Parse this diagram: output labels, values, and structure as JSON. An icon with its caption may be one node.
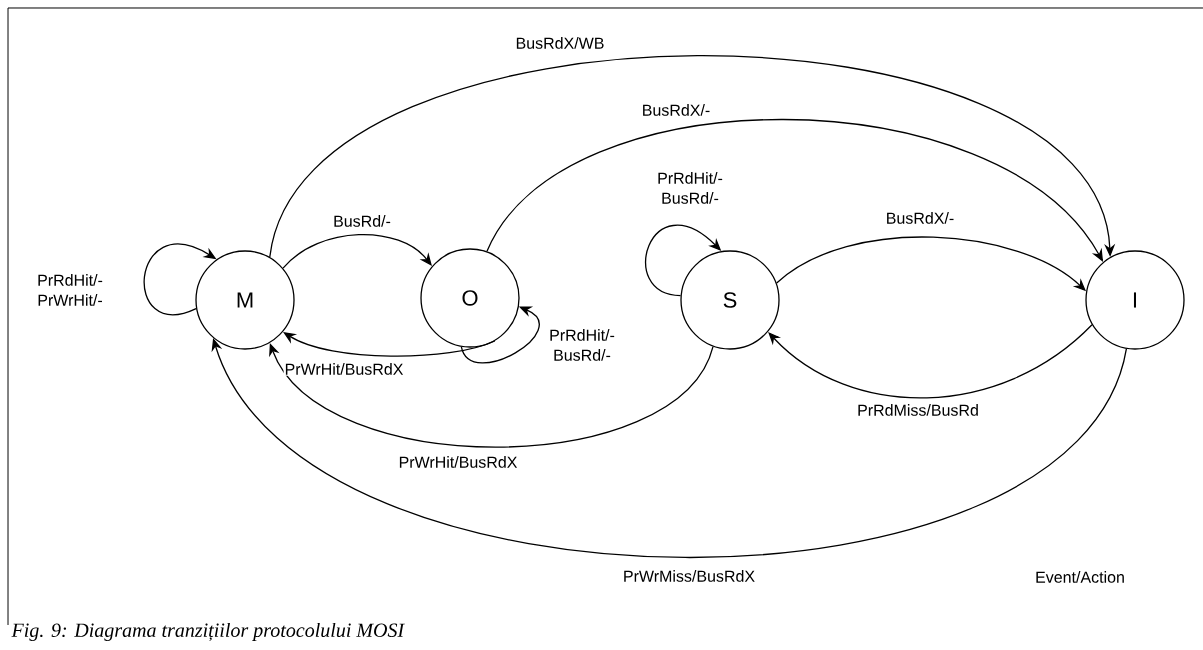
{
  "diagram": {
    "caption": "Fig. 9: Diagrama tranzițiilor protocolului MOSI",
    "nodes": [
      {
        "text": [
          "M"
        ]
      },
      {
        "text": [
          "O"
        ]
      },
      {
        "text": [
          "S"
        ]
      },
      {
        "text": [
          "I"
        ]
      }
    ],
    "edges": [
      {
        "from": 0,
        "to": 0,
        "arrow": "to",
        "label": "PrRdHit/- PrWrHit/-"
      },
      {
        "from": 0,
        "to": 1,
        "arrow": "to",
        "label": "BusRd/-"
      },
      {
        "from": 1,
        "to": 0,
        "arrow": "to",
        "label": "PrWrHit/BusRdX"
      },
      {
        "from": 1,
        "to": 1,
        "arrow": "to",
        "label": "PrRdHit/- BusRd/-"
      },
      {
        "from": 2,
        "to": 2,
        "arrow": "to",
        "label": "PrRdHit/- BusRd/-"
      },
      {
        "from": 2,
        "to": 3,
        "arrow": "to",
        "label": "BusRdX/-"
      },
      {
        "from": 3,
        "to": 2,
        "arrow": "to",
        "label": "PrRdMiss/BusRd"
      },
      {
        "from": 2,
        "to": 0,
        "arrow": "to",
        "label": "PrWrHit/BusRdX"
      },
      {
        "from": 3,
        "to": 0,
        "arrow": "to",
        "label": "PrWrMiss/BusRdX"
      },
      {
        "from": 0,
        "to": 3,
        "arrow": "to",
        "label": "BusRdX/WB"
      },
      {
        "from": 1,
        "to": 3,
        "arrow": "to",
        "label": "BusRdX/-"
      }
    ],
    "labels": [
      "Event/Action"
    ]
  }
}
